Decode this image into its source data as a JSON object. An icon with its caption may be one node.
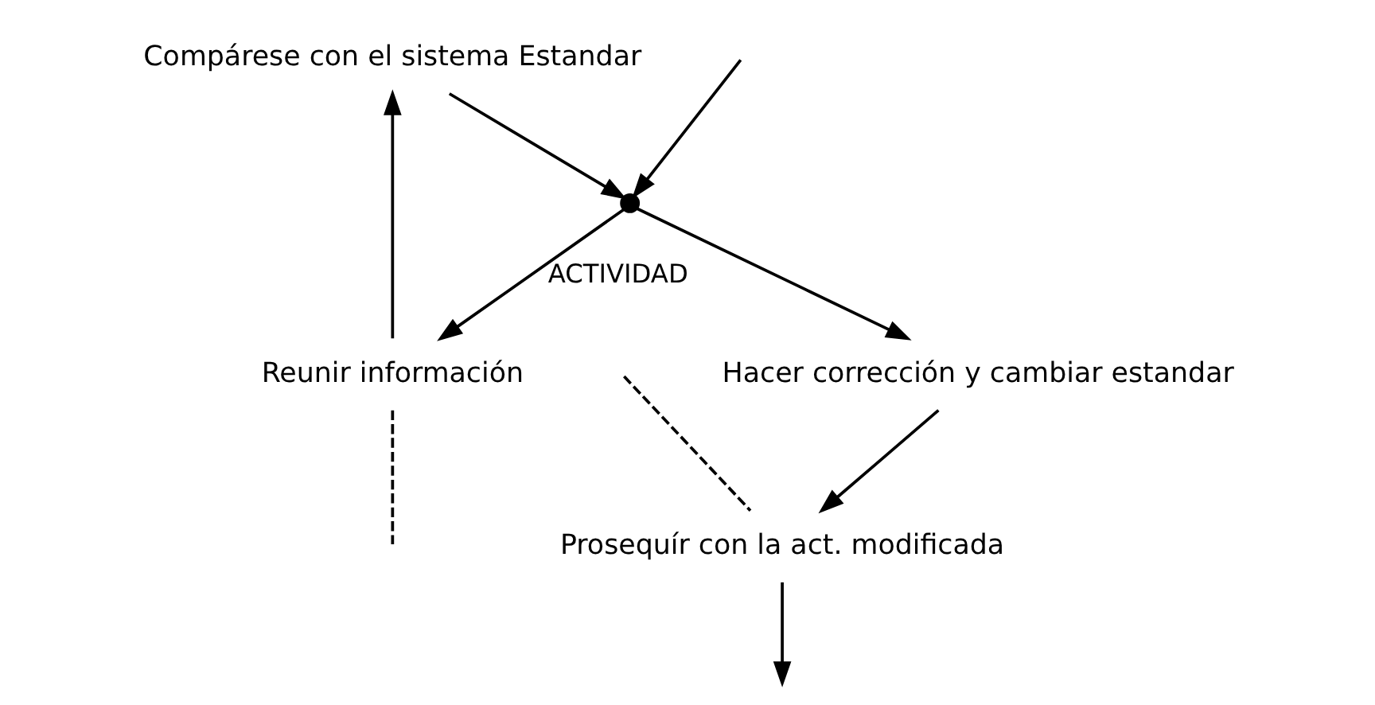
{
  "diagram": {
    "nodes": [
      {
        "text": [
          "Compárese con el sistema Estandar"
        ]
      },
      {
        "text": [],
        "shape": "circle"
      },
      {
        "text": [
          "Reunir información"
        ]
      },
      {
        "text": [
          "Hacer corrección y cambiar estandar"
        ]
      },
      {
        "text": [
          "Prosequír con la act. modificada"
        ]
      }
    ],
    "edges": [
      {
        "from": null,
        "to": 1,
        "arrow": "to"
      },
      {
        "from": 1,
        "to": 2,
        "arrow": "to",
        "label": "ACTIVIDAD"
      },
      {
        "from": 2,
        "to": 0,
        "arrow": "to"
      },
      {
        "from": 0,
        "to": 1,
        "arrow": "to"
      },
      {
        "from": 1,
        "to": 3,
        "arrow": "to"
      },
      {
        "from": 3,
        "to": 4,
        "arrow": "to"
      },
      {
        "from": 2,
        "to": null,
        "arrow": "none",
        "style": "dashed"
      },
      {
        "from": null,
        "to": 4,
        "arrow": "none",
        "style": "dashed"
      },
      {
        "from": 4,
        "to": null,
        "arrow": "to"
      }
    ]
  }
}
